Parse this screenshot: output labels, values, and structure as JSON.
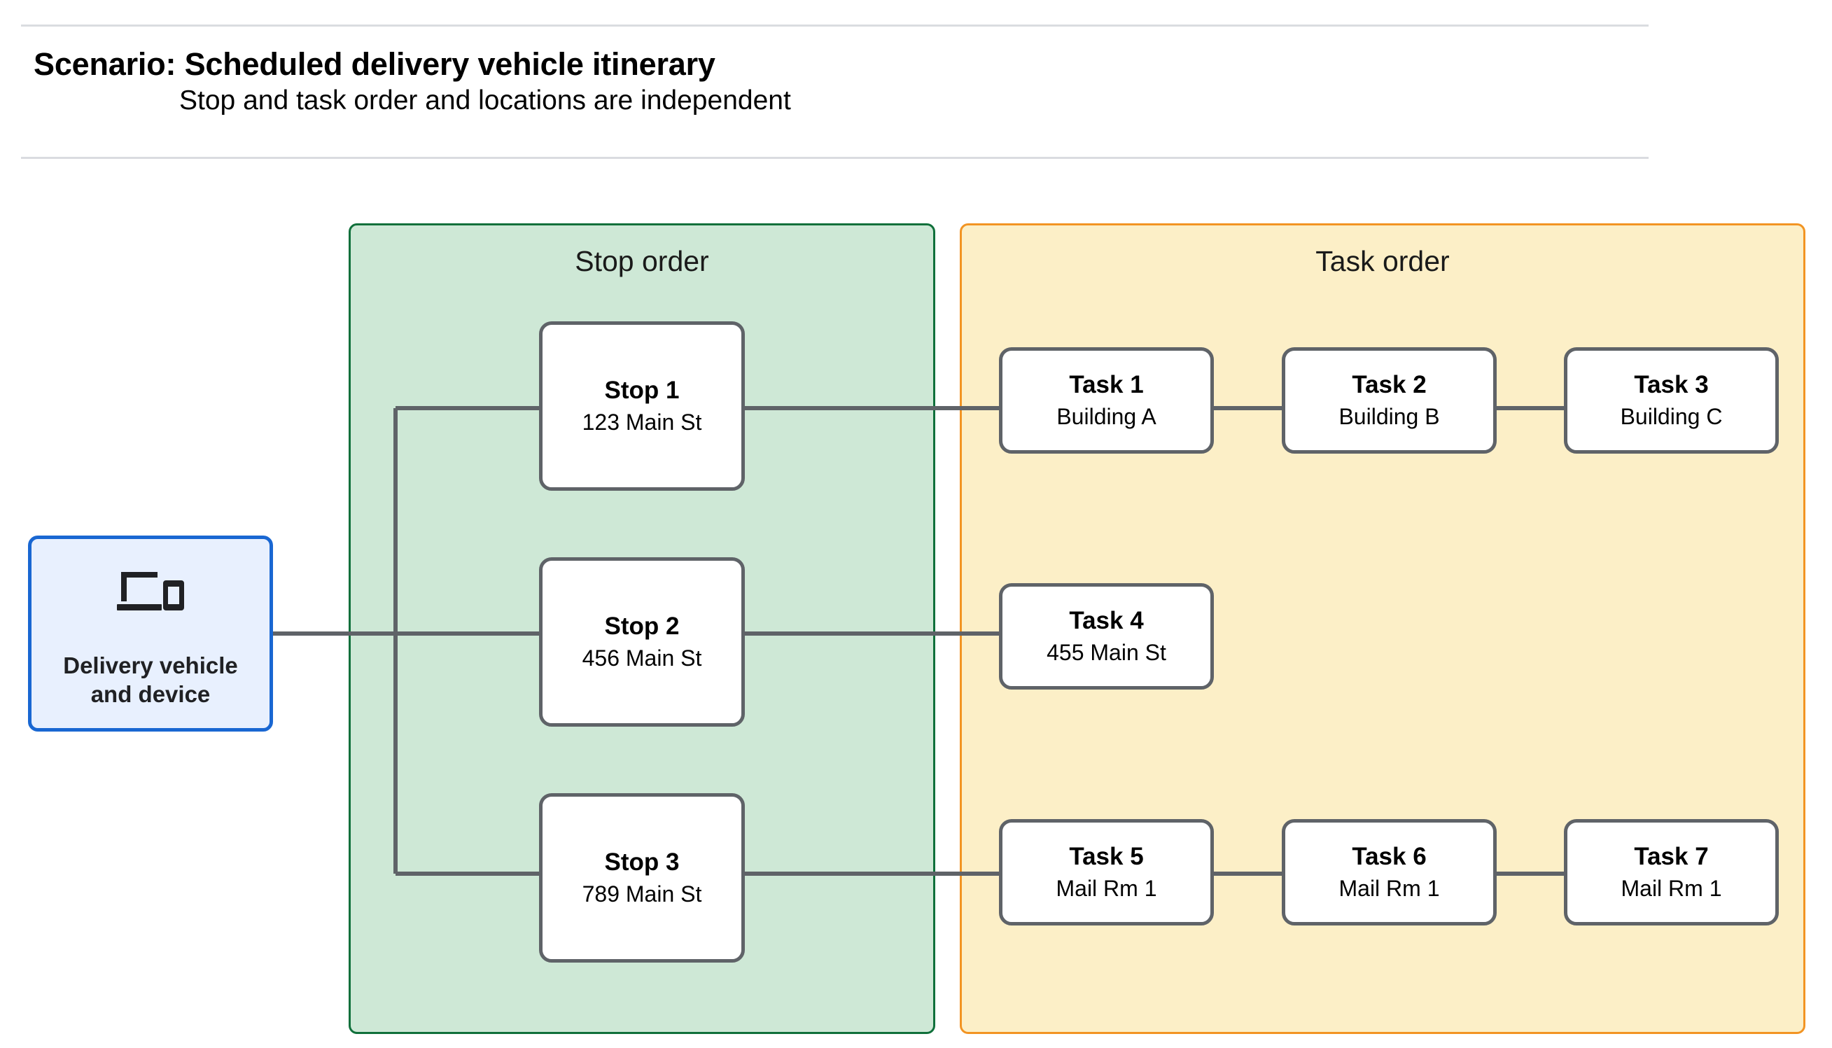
{
  "header": {
    "title": "Scenario: Scheduled delivery vehicle itinerary",
    "subtitle": "Stop and task order and locations are independent"
  },
  "vehicle": {
    "label": "Delivery vehicle\nand device",
    "icon": "devices-icon",
    "border_color": "#1967d2",
    "fill_color": "#e8f0fe"
  },
  "panels": {
    "stop": {
      "title": "Stop order",
      "fill_color": "#cee8d6",
      "border_color": "#10703b"
    },
    "task": {
      "title": "Task order",
      "fill_color": "#fcefc7",
      "border_color": "#f29423"
    }
  },
  "stops": [
    {
      "title": "Stop 1",
      "location": "123 Main St"
    },
    {
      "title": "Stop 2",
      "location": "456 Main St"
    },
    {
      "title": "Stop 3",
      "location": "789 Main St"
    }
  ],
  "tasks": [
    {
      "title": "Task 1",
      "location": "Building A"
    },
    {
      "title": "Task 2",
      "location": "Building B"
    },
    {
      "title": "Task 3",
      "location": "Building C"
    },
    {
      "title": "Task 4",
      "location": "455 Main St"
    },
    {
      "title": "Task 5",
      "location": "Mail Rm 1"
    },
    {
      "title": "Task 6",
      "location": "Mail Rm 1"
    },
    {
      "title": "Task 7",
      "location": "Mail Rm 1"
    }
  ],
  "connector_color": "#5f6368",
  "rule_color": "#dadce0"
}
